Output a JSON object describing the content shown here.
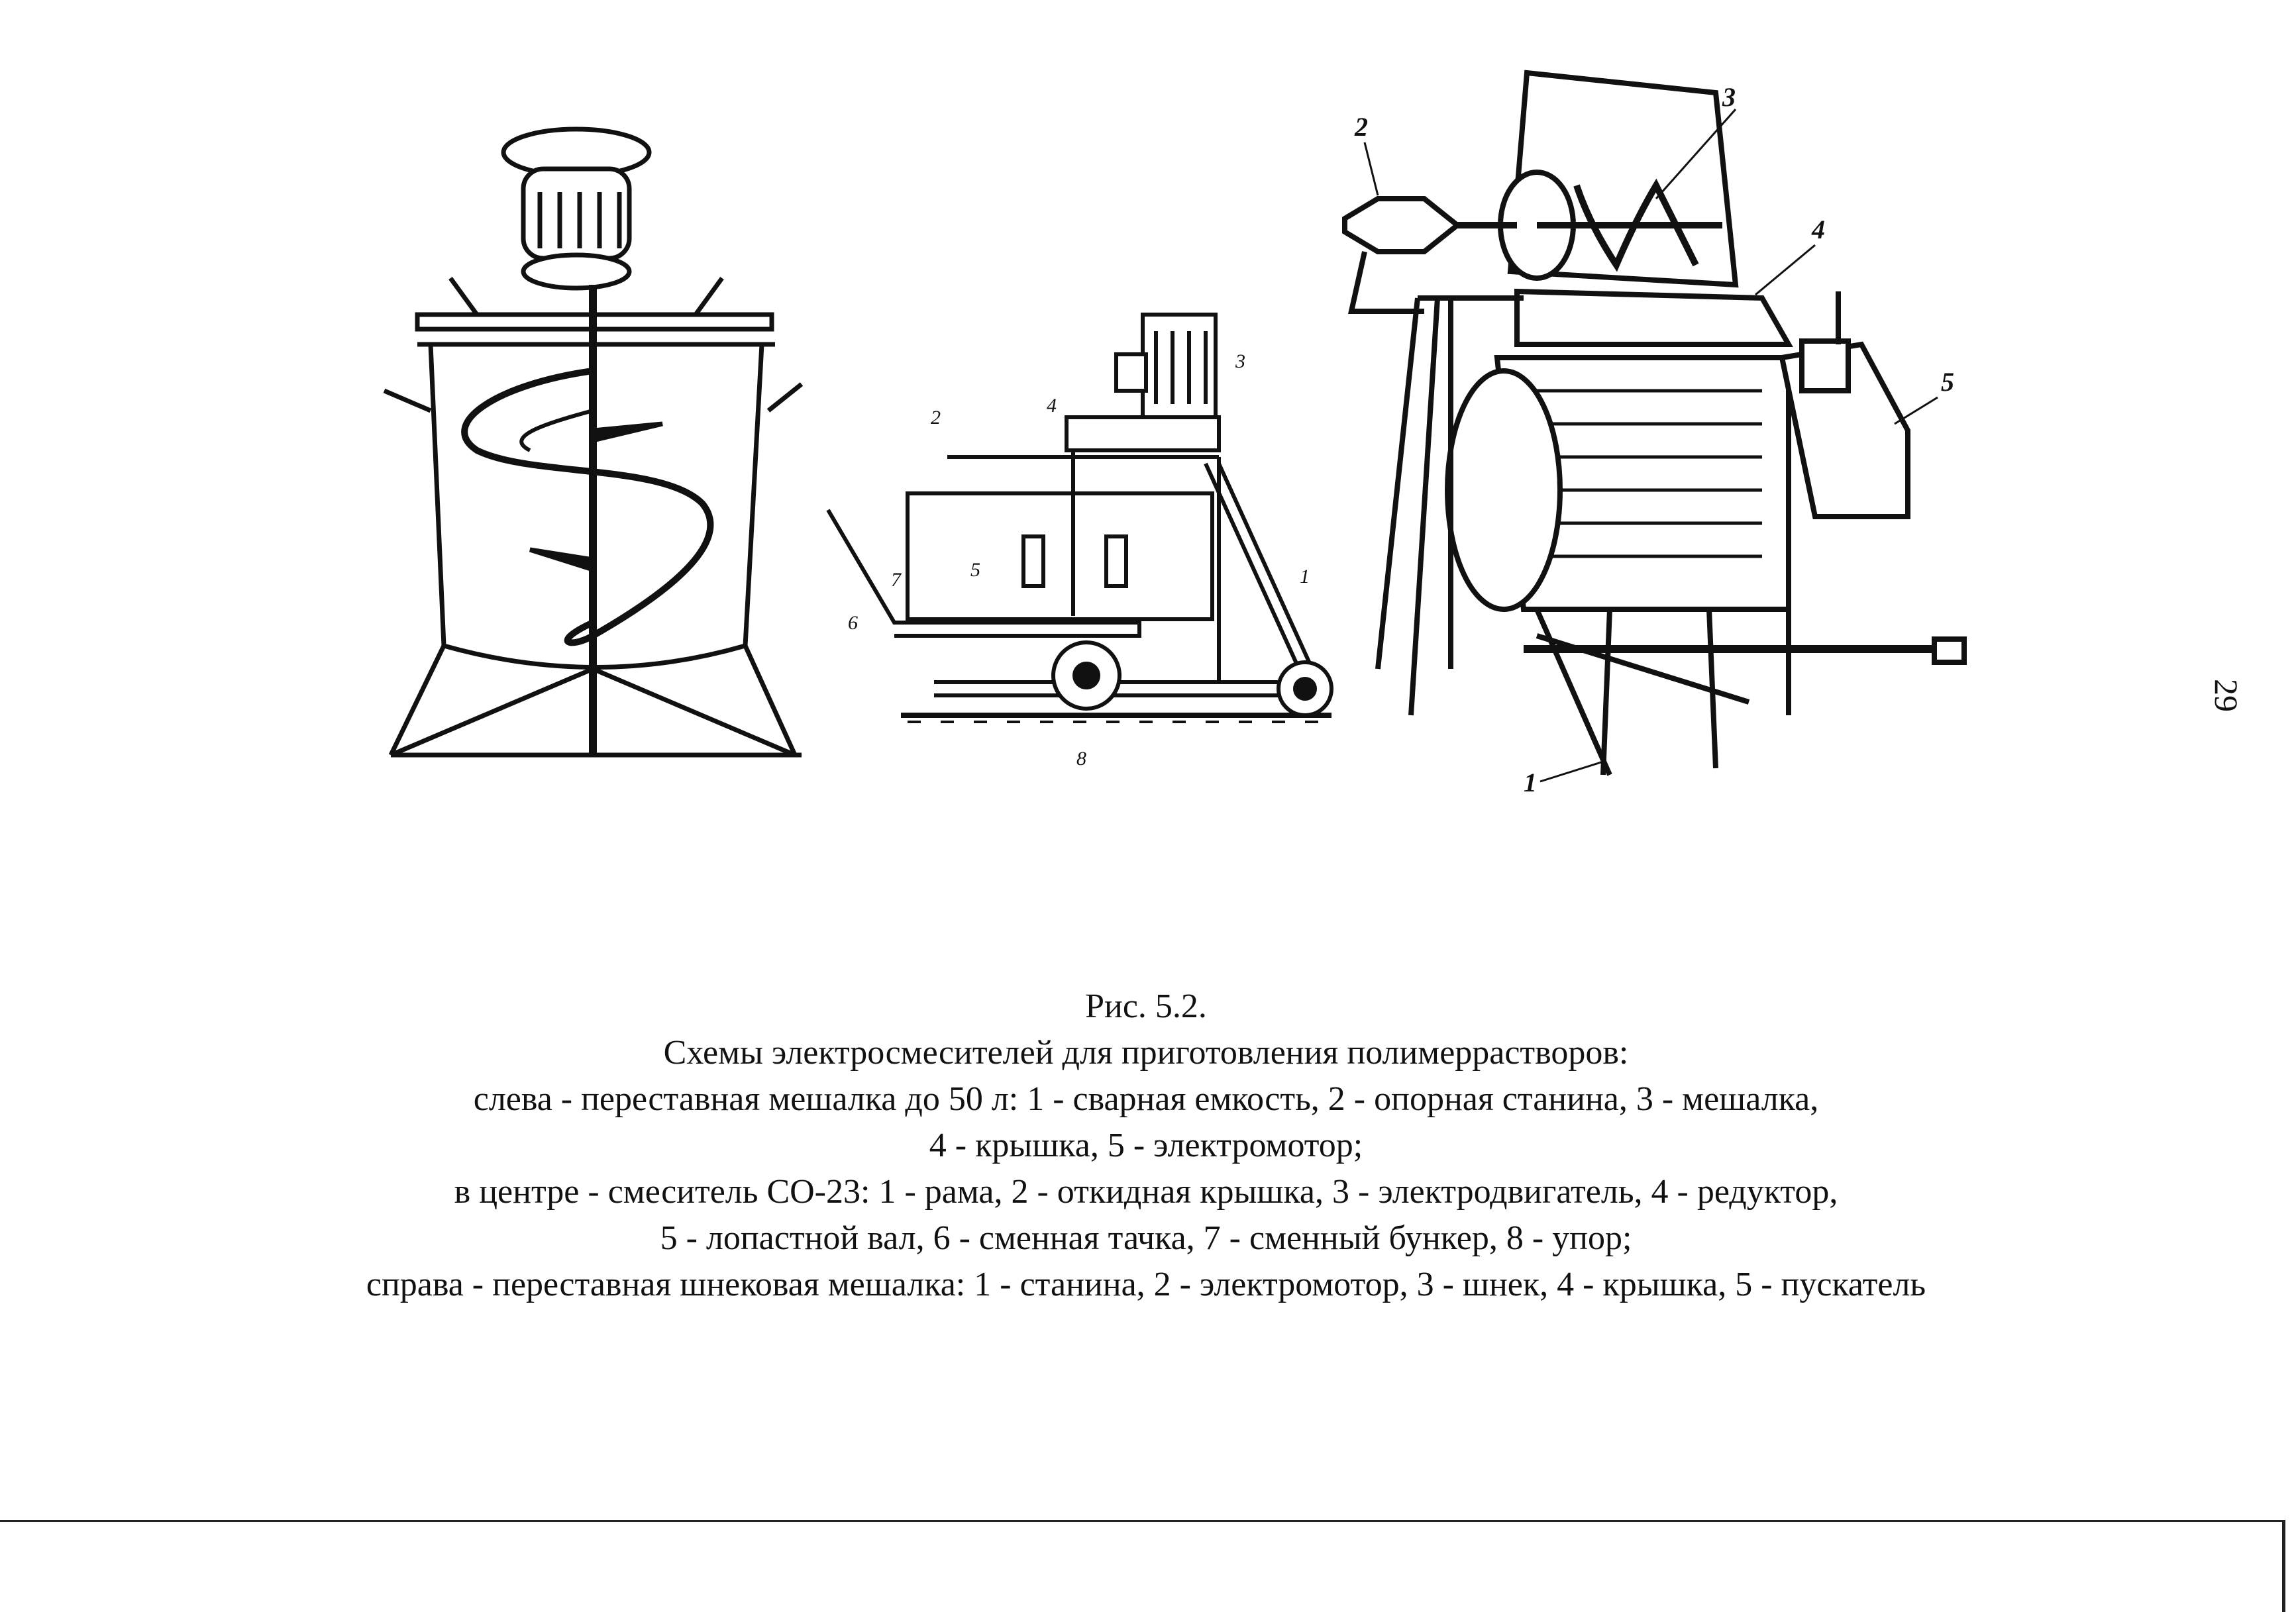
{
  "figure": {
    "left_callouts": [],
    "center_callouts": [
      "1",
      "2",
      "3",
      "4",
      "5",
      "6",
      "7",
      "8"
    ],
    "right_callouts": [
      "1",
      "2",
      "3",
      "4",
      "5"
    ]
  },
  "caption": {
    "fig_number": "Рис. 5.2.",
    "title": "Схемы электросмесителей для приготовления полимеррастворов:",
    "line1": "слева - переставная мешалка до 50 л: 1 - сварная емкость, 2 - опорная станина, 3 - мешалка,",
    "line2": "4 - крышка, 5 - электромотор;",
    "line3": "в центре - смеситель СО-23: 1 - рама, 2 - откидная крышка, 3 - электродвигатель, 4 - редуктор,",
    "line4": "5 - лопастной вал, 6 - сменная тачка, 7 - сменный бункер, 8 - упор;",
    "line5": "справа - переставная шнековая мешалка: 1 - станина, 2 - электромотор, 3 - шнек, 4 - крышка, 5 - пускатель"
  },
  "page_number": "29"
}
